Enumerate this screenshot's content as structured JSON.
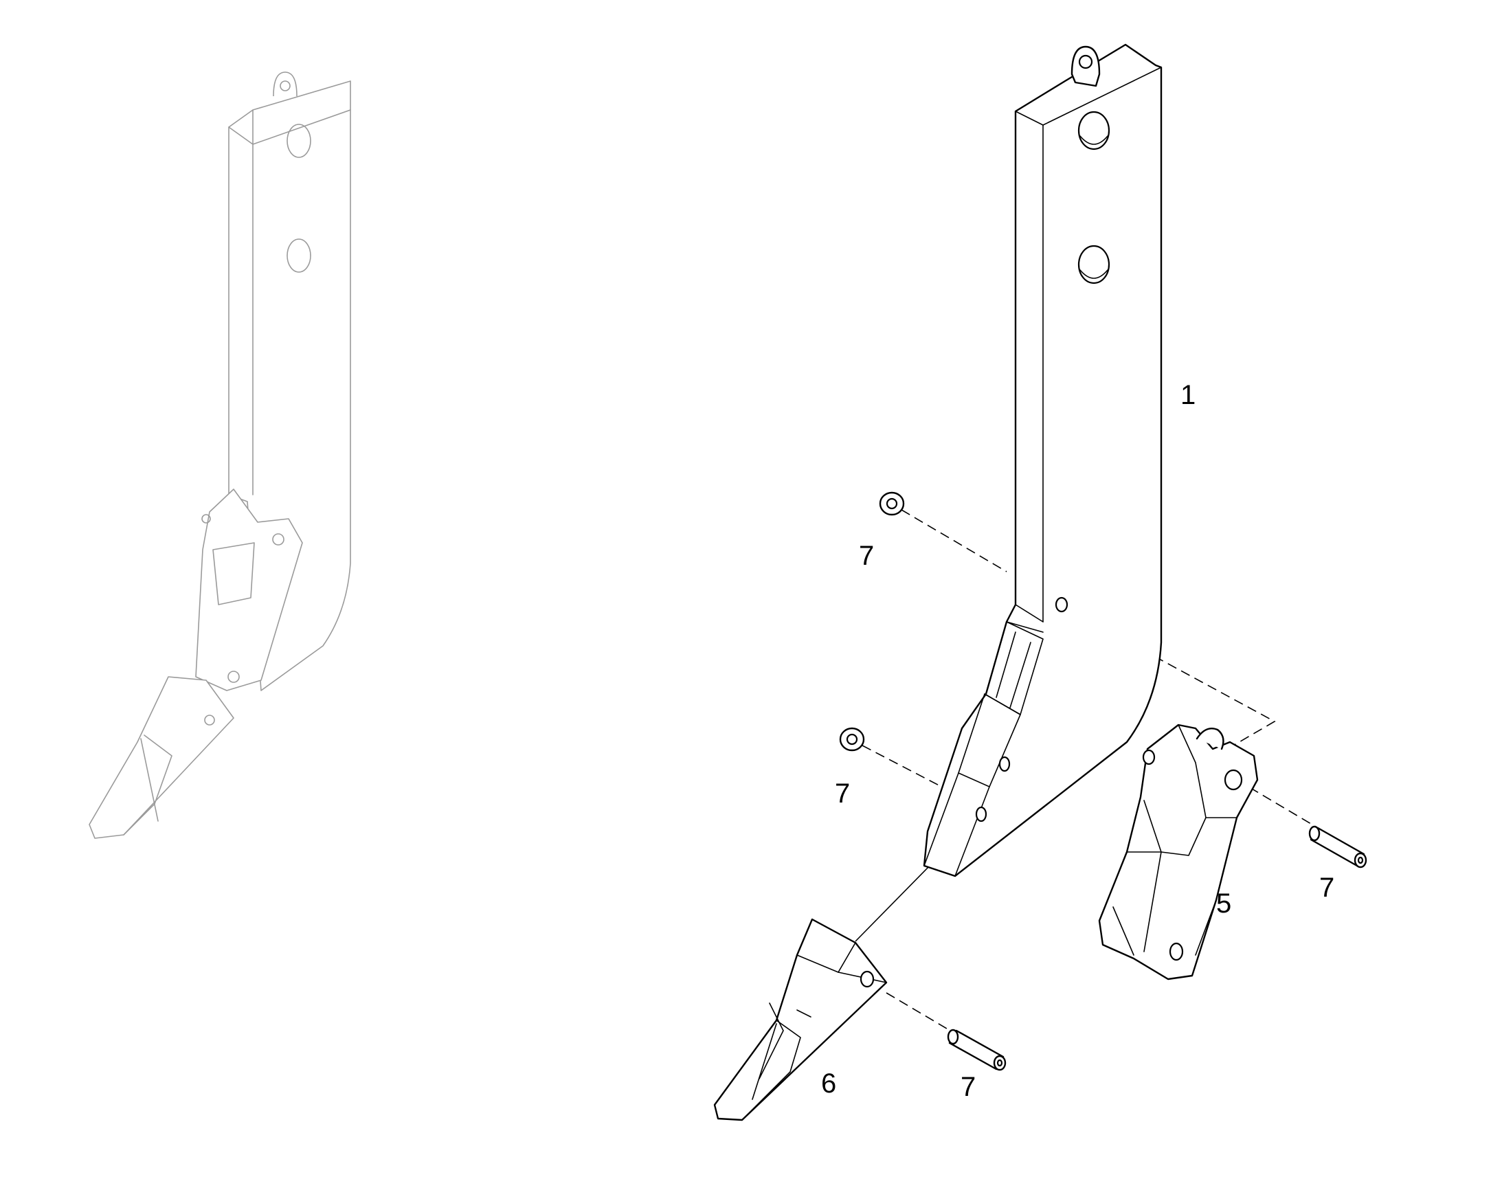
{
  "callouts": {
    "shank": "1",
    "protector": "5",
    "tip": "6",
    "lock_upper_left": "7",
    "lock_mid_left": "7",
    "lock_right": "7",
    "lock_bottom": "7"
  }
}
